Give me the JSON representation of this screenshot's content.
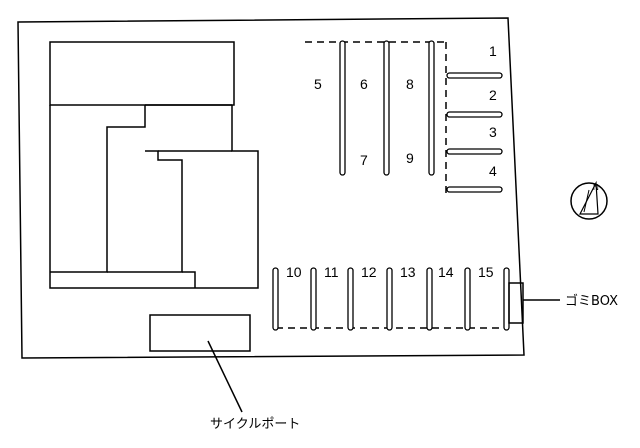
{
  "spaces": {
    "top_right": [
      "1",
      "2",
      "3",
      "4"
    ],
    "top_row_upper": [
      "5",
      "6",
      "8"
    ],
    "top_row_lower": [
      "7",
      "9"
    ],
    "bottom_row": [
      "10",
      "11",
      "12",
      "13",
      "14",
      "15"
    ]
  },
  "labels": {
    "garbage_box": "ゴミBOX",
    "bicycle_port": "サイクルポート"
  },
  "compass": {
    "icon": "north-arrow-icon",
    "mark": "N"
  }
}
